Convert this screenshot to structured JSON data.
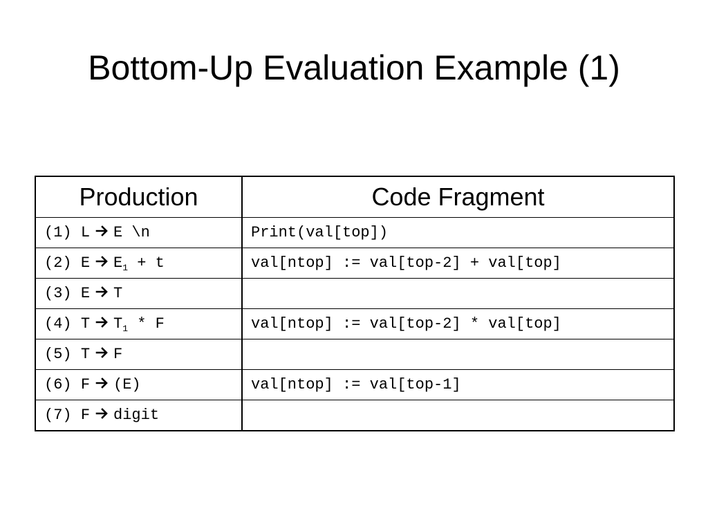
{
  "slide": {
    "title": "Bottom-Up Evaluation Example (1)"
  },
  "table": {
    "headers": [
      "Production",
      "Code Fragment"
    ],
    "rows": [
      {
        "num": "(1)",
        "lhs": "L",
        "arrow": "→",
        "rhs": "E \\n",
        "rhs_sub": "",
        "rhs_tail": "",
        "code": "Print(val[top])"
      },
      {
        "num": "(2)",
        "lhs": "E",
        "arrow": "→",
        "rhs": "E",
        "rhs_sub": "1",
        "rhs_tail": " + t",
        "code": "val[ntop] := val[top-2] + val[top]"
      },
      {
        "num": "(3)",
        "lhs": "E",
        "arrow": "→",
        "rhs": "T",
        "rhs_sub": "",
        "rhs_tail": "",
        "code": ""
      },
      {
        "num": "(4)",
        "lhs": "T",
        "arrow": "→",
        "rhs": "T",
        "rhs_sub": "1",
        "rhs_tail": " * F",
        "code": "val[ntop] := val[top-2] * val[top]"
      },
      {
        "num": "(5)",
        "lhs": "T",
        "arrow": "→",
        "rhs": "F",
        "rhs_sub": "",
        "rhs_tail": "",
        "code": ""
      },
      {
        "num": "(6)",
        "lhs": "F",
        "arrow": "→",
        "rhs": "(E)",
        "rhs_sub": "",
        "rhs_tail": "",
        "code": "val[ntop] := val[top-1]"
      },
      {
        "num": "(7)",
        "lhs": "F",
        "arrow": "→",
        "rhs": "digit",
        "rhs_sub": "",
        "rhs_tail": "",
        "code": ""
      }
    ]
  },
  "icons": {
    "arrow": "right-arrow-icon"
  }
}
